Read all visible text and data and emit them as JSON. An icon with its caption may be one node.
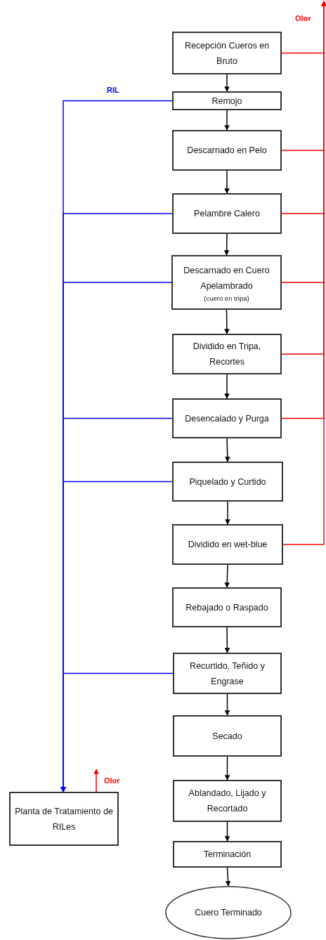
{
  "diagram": {
    "nodes": [
      {
        "text": [
          "Recepción Cueros en Bruto"
        ]
      },
      {
        "text": [
          "Remojo"
        ]
      },
      {
        "text": [
          "Descarnado en Pelo"
        ]
      },
      {
        "text": [
          "Pelambre Calero"
        ]
      },
      {
        "text": [
          "Descarnado en Cuero Apelambrado",
          "(cuero en tripa)"
        ]
      },
      {
        "text": [
          "Dividido en Tripa, Recortes"
        ]
      },
      {
        "text": [
          "Desencalado y Purga"
        ]
      },
      {
        "text": [
          "Piquelado y Curtido"
        ]
      },
      {
        "text": [
          "Dividido en wet-blue"
        ]
      },
      {
        "text": [
          "Rebajado o Raspado"
        ]
      },
      {
        "text": [
          "Recurtido, Teñido y Engrase"
        ]
      },
      {
        "text": [
          "Secado"
        ]
      },
      {
        "text": [
          "Ablandado, Lijado y Recortado"
        ]
      },
      {
        "text": [
          "Terminación"
        ]
      },
      {
        "text": [
          "Cuero Terminado"
        ]
      },
      {
        "text": [
          "Planta de Tratamiento de RILes"
        ]
      }
    ],
    "edges": [
      {
        "from": 0,
        "to": 1,
        "arrow": "to"
      },
      {
        "from": 1,
        "to": 2,
        "arrow": "to"
      },
      {
        "from": 2,
        "to": 3,
        "arrow": "to"
      },
      {
        "from": 3,
        "to": 4,
        "arrow": "to"
      },
      {
        "from": 4,
        "to": 5,
        "arrow": "to"
      },
      {
        "from": 5,
        "to": 6,
        "arrow": "to"
      },
      {
        "from": 6,
        "to": 7,
        "arrow": "to"
      },
      {
        "from": 7,
        "to": 8,
        "arrow": "to"
      },
      {
        "from": 8,
        "to": 9,
        "arrow": "to"
      },
      {
        "from": 9,
        "to": 10,
        "arrow": "to"
      },
      {
        "from": 10,
        "to": 11,
        "arrow": "to"
      },
      {
        "from": 11,
        "to": 12,
        "arrow": "to"
      },
      {
        "from": 12,
        "to": 13,
        "arrow": "to"
      },
      {
        "from": 13,
        "to": 14,
        "arrow": "to"
      },
      {
        "from": 1,
        "to": 15,
        "arrow": "to",
        "color": "#0000ff",
        "label": "RIL"
      },
      {
        "from": 3,
        "to": 15,
        "arrow": "to",
        "color": "#0000ff"
      },
      {
        "from": 4,
        "to": 15,
        "arrow": "to",
        "color": "#0000ff"
      },
      {
        "from": 6,
        "to": 15,
        "arrow": "to",
        "color": "#0000ff"
      },
      {
        "from": 7,
        "to": 15,
        "arrow": "to",
        "color": "#0000ff"
      },
      {
        "from": 10,
        "to": 15,
        "arrow": "to",
        "color": "#0000ff"
      },
      {
        "from": 0,
        "to": null,
        "arrow": "to",
        "color": "#ff0000",
        "label": "Olor"
      },
      {
        "from": 2,
        "to": null,
        "arrow": "to",
        "color": "#ff0000"
      },
      {
        "from": 3,
        "to": null,
        "arrow": "to",
        "color": "#ff0000"
      },
      {
        "from": 4,
        "to": null,
        "arrow": "to",
        "color": "#ff0000"
      },
      {
        "from": 5,
        "to": null,
        "arrow": "to",
        "color": "#ff0000"
      },
      {
        "from": 6,
        "to": null,
        "arrow": "to",
        "color": "#ff0000"
      },
      {
        "from": 8,
        "to": null,
        "arrow": "to",
        "color": "#ff0000"
      },
      {
        "from": 15,
        "to": null,
        "arrow": "to",
        "color": "#ff0000",
        "label": "Olor"
      }
    ]
  }
}
